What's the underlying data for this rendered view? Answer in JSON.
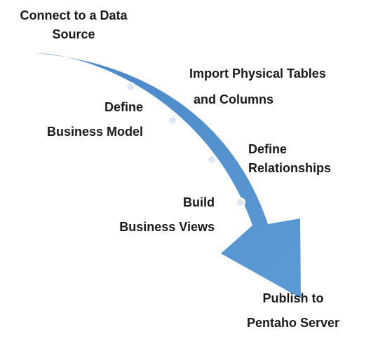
{
  "colors": {
    "arrow_fill_start": "#4a86c8",
    "arrow_fill_end": "#5b9bd5",
    "dot_fill": "#dfe9f6",
    "dot_stroke": "#ffffff",
    "text": "#1a1a1a"
  },
  "steps": [
    {
      "id": "connect",
      "lines": [
        "Connect to a Data",
        "Source"
      ]
    },
    {
      "id": "import",
      "lines": [
        "Import Physical Tables",
        "and Columns"
      ]
    },
    {
      "id": "define-business-model",
      "lines": [
        "Define",
        "Business Model"
      ]
    },
    {
      "id": "define-relationships",
      "lines": [
        "Define",
        "Relationships"
      ]
    },
    {
      "id": "build-business-views",
      "lines": [
        "Build",
        "Business Views"
      ]
    },
    {
      "id": "publish",
      "lines": [
        "Publish to",
        "Pentaho Server"
      ]
    }
  ]
}
